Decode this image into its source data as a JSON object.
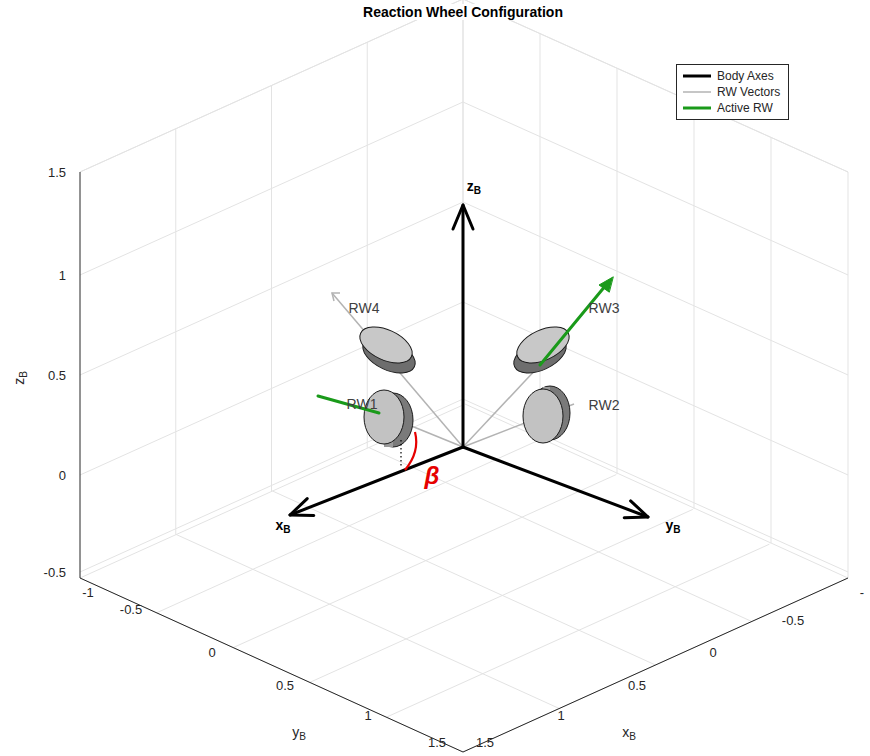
{
  "diagram": {
    "title": "Reaction Wheel Configuration",
    "labels": [
      "RW4",
      "RW3",
      "RW1",
      "RW2",
      "x",
      "B",
      "y",
      "B",
      "z",
      "B",
      "β",
      "1.5",
      "1",
      "0.5",
      "0",
      "-0.5",
      "z",
      "B",
      "-1",
      "-0.5",
      "0",
      "0.5",
      "1",
      "1.5",
      "y",
      "B",
      "1.5",
      "1",
      "0.5",
      "0",
      "-0.5",
      "-",
      "x",
      "B"
    ],
    "legend": [
      {
        "text": "Body Axes"
      },
      {
        "text": "RW Vectors"
      },
      {
        "text": "Active RW"
      }
    ]
  }
}
